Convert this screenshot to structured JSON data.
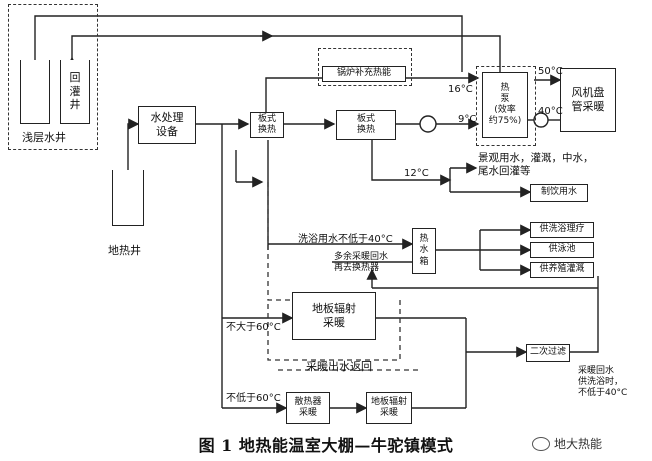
{
  "wells": {
    "shallow_label": "浅层水井",
    "reinject_label": "回\n灌\n井",
    "geothermal_label": "地热井"
  },
  "boxes": {
    "water_treatment": "水处理\n设备",
    "plate_hx": "板式\n换热",
    "plate_hx2": "板式\n换热",
    "boiler": "锅炉补充热能",
    "heat_pump": "热\n泵\n(效率\n约75%)",
    "fan_coil": "风机盘\n管采暖",
    "drinking": "制饮用水",
    "tank": "热\n水\n箱",
    "bath_shower": "供洗浴理疗",
    "pool": "供泳池",
    "fish": "供养殖灌溉",
    "floor1": "地板辐射\n采暖",
    "radiator": "散热器\n采暖",
    "floor2": "地板辐射\n采暖",
    "filter": "二次过滤"
  },
  "labels": {
    "t16": "16°C",
    "t9": "9°C",
    "t50": "50°C",
    "t40": "40°C",
    "t12": "12°C",
    "landscape": "景观用水，灌溉，中水，\n尾水回灌等",
    "bath_not_below": "洗浴用水不低于40°C",
    "surplus": "多余采暖回水\n再去换热器",
    "not_above_60": "不大于60°C",
    "not_below_60": "不低于60°C",
    "heating_return": "采暖出水返回",
    "heating_return_bath": "采暖回水\n供洗浴时，\n不低于40°C"
  },
  "caption": "图 1 地热能温室大棚—牛驼镇模式",
  "brand": "地大热能"
}
